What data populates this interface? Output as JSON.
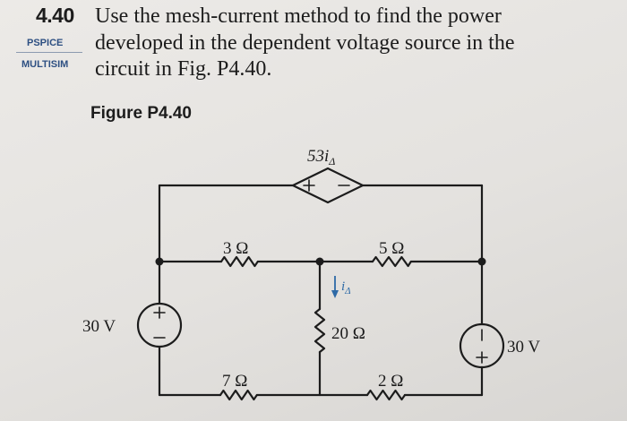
{
  "problem": {
    "number": "4.40",
    "tags": [
      "PSPICE",
      "MULTISIM"
    ],
    "lines": [
      "Use the mesh-current method to find the power",
      "developed in the dependent voltage source in the",
      "circuit in Fig. P4.40."
    ]
  },
  "figure": {
    "title": "Figure P4.40",
    "labels": {
      "dep_source": "53i",
      "dep_sub": "Δ",
      "dep_plus": "+",
      "dep_minus": "−",
      "r_top_left": "3 Ω",
      "r_top_right": "5 Ω",
      "r_middle": "20 Ω",
      "r_bottom_left": "7 Ω",
      "r_bottom_right": "2 Ω",
      "v_left": "30 V",
      "v_right": "30 V",
      "v_plus": "+",
      "v_minus": "−",
      "current": "i",
      "current_sub": "Δ"
    }
  }
}
